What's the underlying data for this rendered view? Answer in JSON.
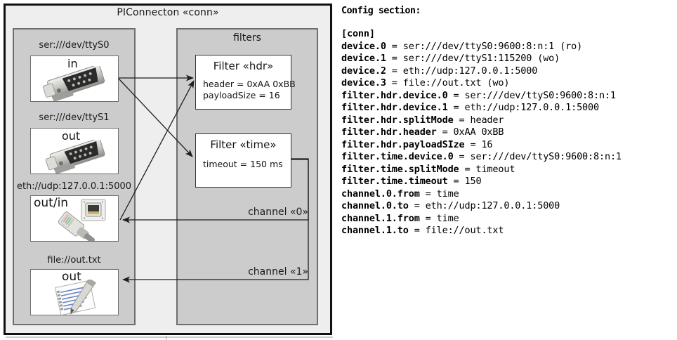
{
  "diagram": {
    "title": "PIConnecton «conn»",
    "devices_panel": {
      "name": "devices",
      "items": [
        {
          "label": "ser:///dev/ttyS0",
          "io": "in",
          "icon": "serial-port-icon"
        },
        {
          "label": "ser:///dev/ttyS1",
          "io": "out",
          "icon": "serial-port-icon"
        },
        {
          "label": "eth://udp:127.0.0.1:5000",
          "io": "out/in",
          "icon": "ethernet-cable-icon"
        },
        {
          "label": "file://out.txt",
          "io": "out",
          "icon": "text-file-icon"
        }
      ]
    },
    "filters_panel": {
      "title": "filters",
      "filters": [
        {
          "title": "Filter «hdr»",
          "attrs": [
            "header = 0xAA 0xBB",
            "payloadSize = 16"
          ]
        },
        {
          "title": "Filter «time»",
          "attrs": [
            "timeout = 150 ms"
          ]
        }
      ]
    },
    "channels": [
      {
        "label": "channel «0»"
      },
      {
        "label": "channel «1»"
      }
    ],
    "colors": {
      "canvas": "#eeeeee",
      "panel": "#cccccc",
      "panel_border": "#6e6e6e",
      "frame_border": "#111111",
      "box_fill": "#ffffff",
      "edge": "#222222"
    }
  },
  "config": {
    "heading": "Config section:",
    "lines": [
      {
        "key": "[conn]",
        "value": ""
      },
      {
        "key": "device.0",
        "value": " = ser:///dev/ttyS0:9600:8:n:1 (ro)"
      },
      {
        "key": "device.1",
        "value": " = ser:///dev/ttyS1:115200 (wo)"
      },
      {
        "key": "device.2",
        "value": " = eth://udp:127.0.0.1:5000"
      },
      {
        "key": "device.3",
        "value": " = file://out.txt (wo)"
      },
      {
        "key": "filter.hdr.device.0",
        "value": " = ser:///dev/ttyS0:9600:8:n:1"
      },
      {
        "key": "filter.hdr.device.1",
        "value": " = eth://udp:127.0.0.1:5000"
      },
      {
        "key": "filter.hdr.splitMode",
        "value": " = header"
      },
      {
        "key": "filter.hdr.header",
        "value": " = 0xAA 0xBB"
      },
      {
        "key": "filter.hdr.payloadSIze",
        "value": " = 16"
      },
      {
        "key": "filter.time.device.0",
        "value": " = ser:///dev/ttyS0:9600:8:n:1"
      },
      {
        "key": "filter.time.splitMode",
        "value": " = timeout"
      },
      {
        "key": "filter.time.timeout",
        "value": " = 150"
      },
      {
        "key": "channel.0.from",
        "value": " = time"
      },
      {
        "key": "channel.0.to",
        "value": " = eth://udp:127.0.0.1:5000"
      },
      {
        "key": "channel.1.from",
        "value": " = time"
      },
      {
        "key": "channel.1.to",
        "value": " = file://out.txt"
      }
    ]
  }
}
